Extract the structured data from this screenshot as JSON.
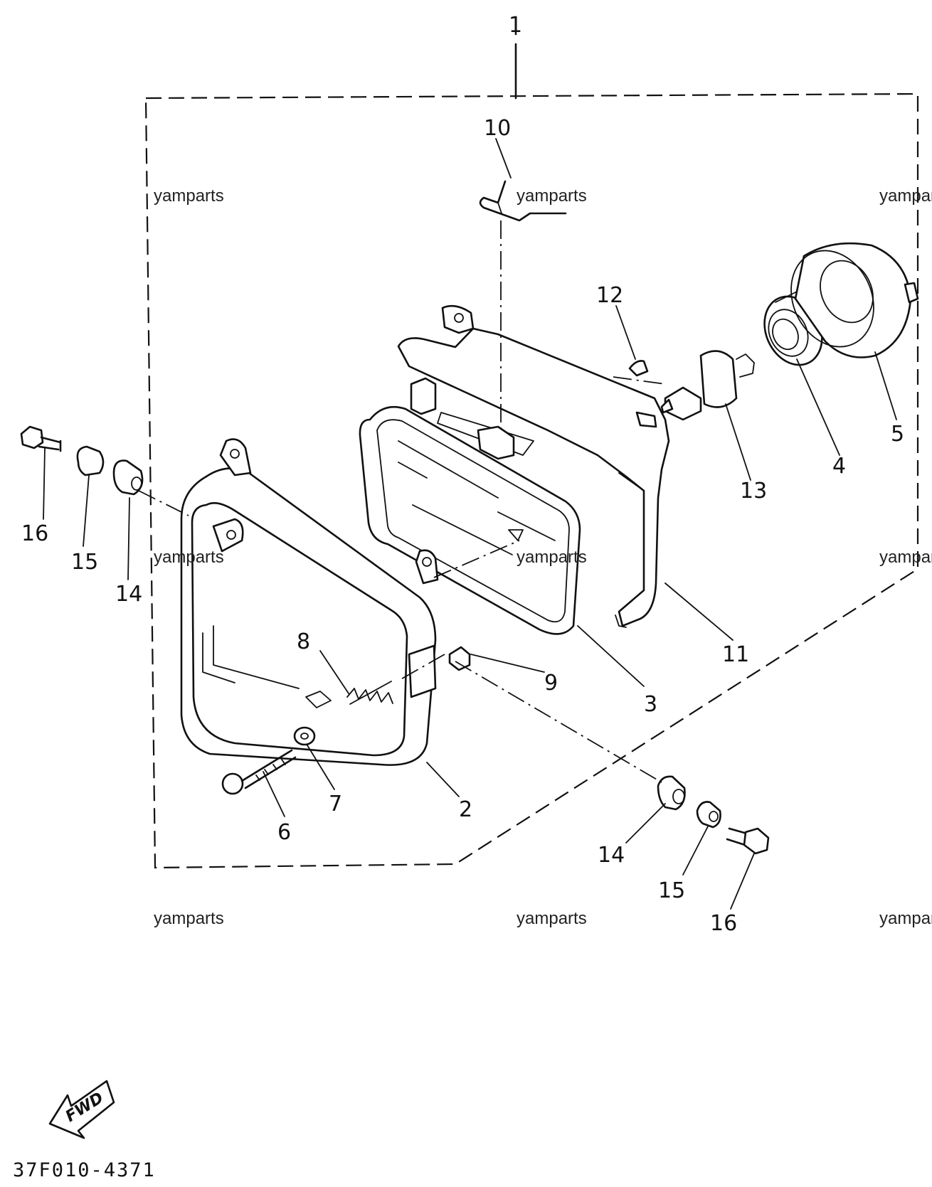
{
  "diagram": {
    "catalog_code": "37F010-4371",
    "fwd_label": "FWD",
    "watermark": "yamparts",
    "callouts": [
      "1",
      "2",
      "3",
      "4",
      "5",
      "6",
      "7",
      "8",
      "9",
      "10",
      "11",
      "12",
      "13",
      "14",
      "15",
      "16",
      "14",
      "15",
      "16"
    ]
  }
}
